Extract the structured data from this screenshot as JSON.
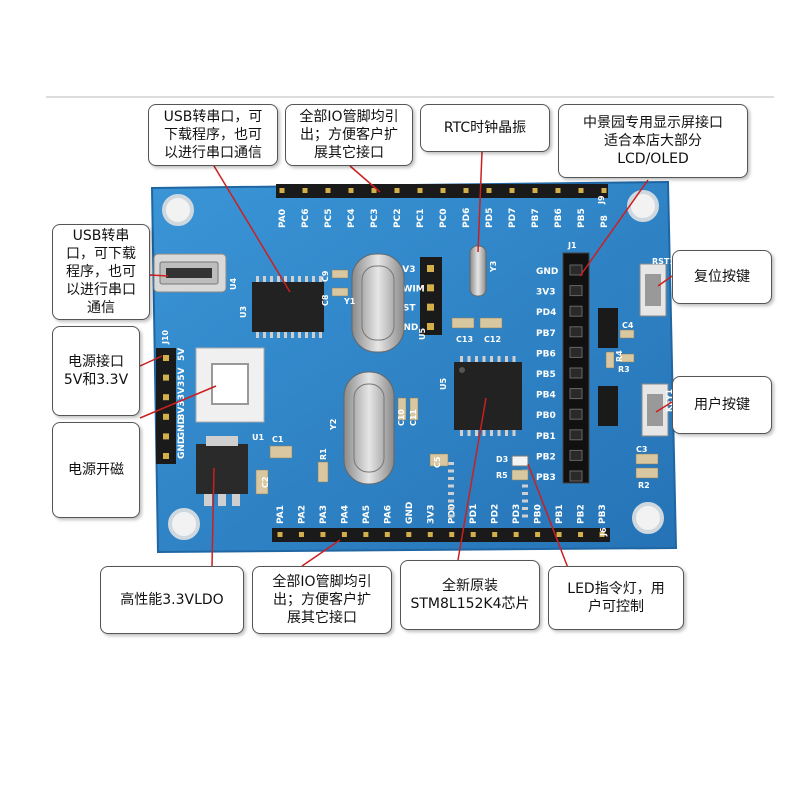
{
  "callouts": {
    "usb_top": "USB转串口，可\n下载程序，也可\n以进行串口通信",
    "io_top": "全部IO管脚均引\n出；方便客户扩\n展其它接口",
    "rtc": "RTC时钟晶振",
    "lcd": "中景园专用显示屏接口\n适合本店大部分\nLCD/OLED",
    "usb_left": "USB转串\n口，可下载\n程序，也可\n以进行串口\n通信",
    "power_iface": "电源接口\n5V和3.3V",
    "power_switch": "电源开磁",
    "reset": "复位按键",
    "user_key": "用户按键",
    "ldo": "高性能3.3VLDO",
    "io_bottom": "全部IO管脚均引\n出；方便客户扩\n展其它接口",
    "chip": "全新原装\nSTM8L152K4芯片",
    "led": "LED指令灯，用\n户可控制"
  },
  "pins_top": [
    "PA0",
    "PC6",
    "PC5",
    "PC4",
    "PC3",
    "PC2",
    "PC1",
    "PC0",
    "PD6",
    "PD5",
    "PD7",
    "PB7",
    "PB6",
    "PB5",
    "P8"
  ],
  "pins_bottom": [
    "PA1",
    "PA2",
    "PA3",
    "PA4",
    "PA5",
    "PA6",
    "GND",
    "3V3",
    "PD0",
    "PD1",
    "PD2",
    "PD3",
    "PB0",
    "PB1",
    "PB2",
    "PB3"
  ],
  "pins_right": [
    "GND",
    "3V3",
    "PD4",
    "PB7",
    "PB6",
    "PB5",
    "PB4",
    "PB0",
    "PB1",
    "PB2",
    "PB3"
  ],
  "pins_left": [
    "5V",
    "5V",
    "3V3",
    "3V3",
    "GND",
    "GND"
  ],
  "pins_swim": [
    "3V3",
    "SWIM",
    "RST",
    "GND"
  ],
  "silk": {
    "u4": "U4",
    "u3": "U3",
    "u1": "U1",
    "u5": "U5",
    "u6": "U5",
    "y1": "Y1",
    "y2": "Y2",
    "y3": "Y3",
    "c8": "C8",
    "c9": "C9",
    "c1": "C1",
    "c2": "C2",
    "c3": "C3",
    "c4": "C4",
    "c5": "C5",
    "c10": "C10",
    "c11": "C11",
    "c12": "C12",
    "c13": "C13",
    "r1": "R1",
    "r2": "R2",
    "r3": "R3",
    "r4": "R4",
    "r5": "R5",
    "d3": "D3",
    "rst1": "RST1",
    "key1": "KEY1",
    "j10": "J10",
    "j6": "J6",
    "j9": "J9",
    "j1": "J1"
  },
  "colors": {
    "pcb": "#2e86c8",
    "pcb_edge": "#1f66a3",
    "header": "#1a1a1a",
    "chip": "#222222"
  }
}
